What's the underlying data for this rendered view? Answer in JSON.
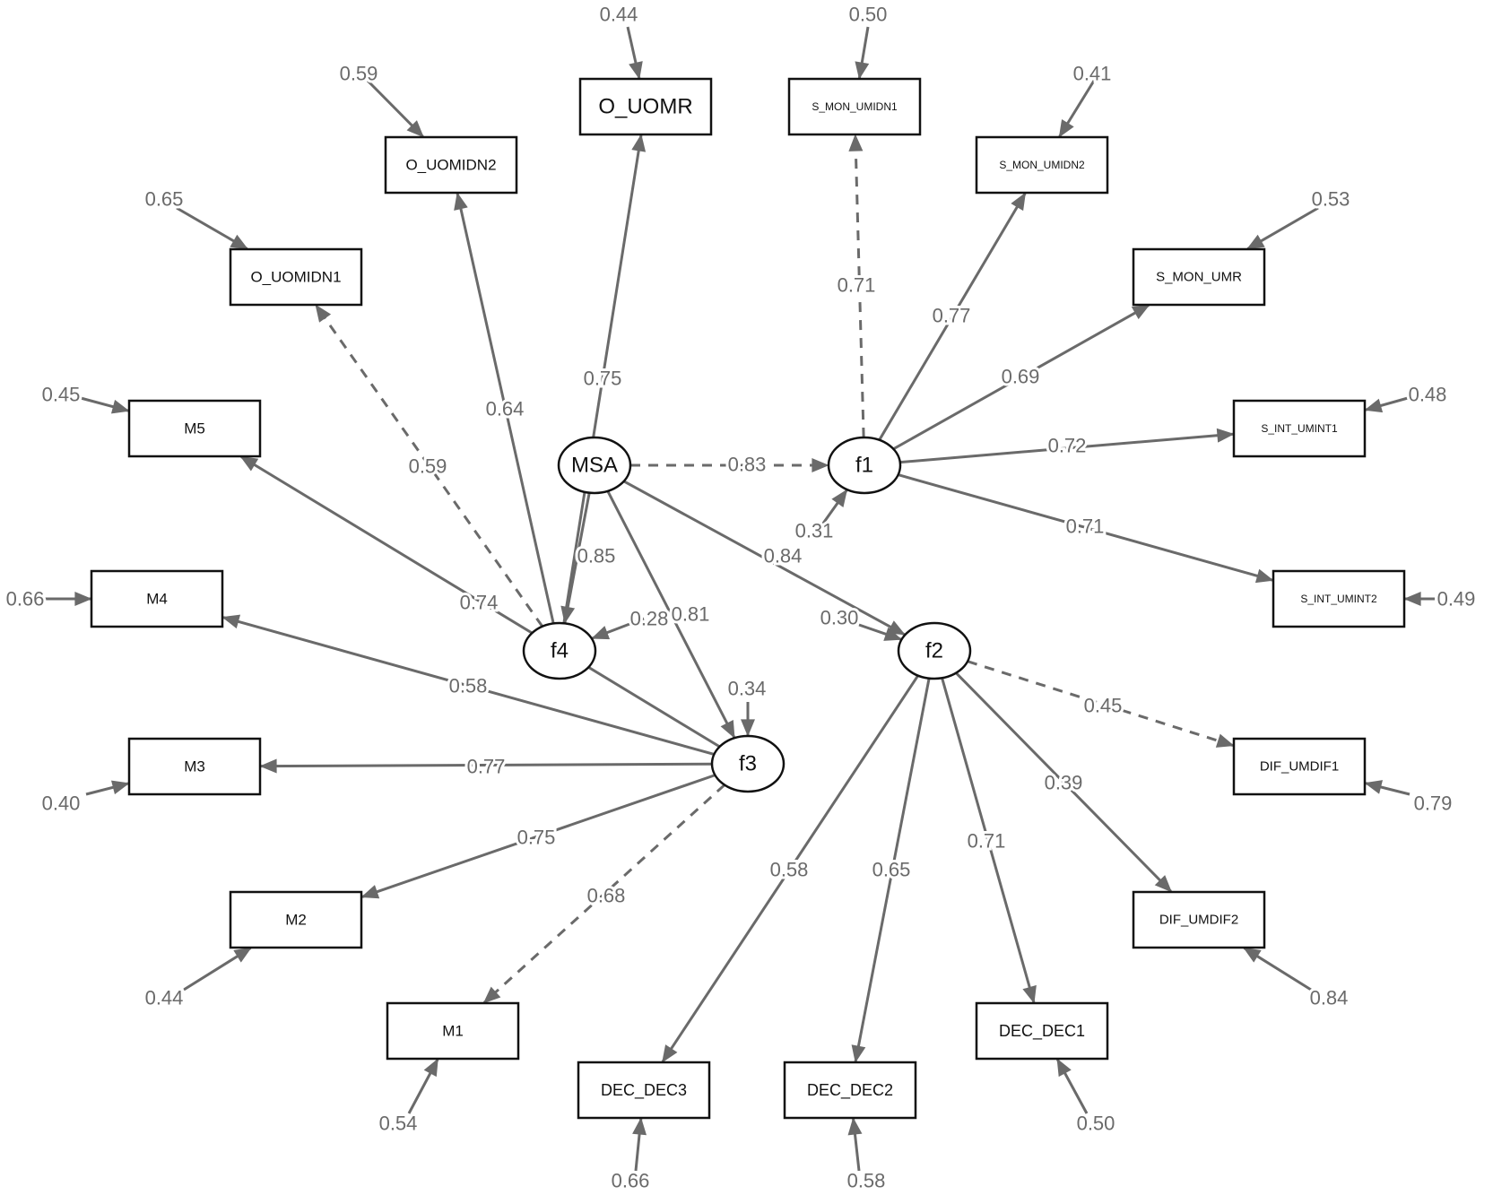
{
  "diagram": {
    "title": "",
    "latent": [
      {
        "id": "MSA",
        "label": "MSA"
      },
      {
        "id": "f1",
        "label": "f1"
      },
      {
        "id": "f2",
        "label": "f2"
      },
      {
        "id": "f3",
        "label": "f3"
      },
      {
        "id": "f4",
        "label": "f4"
      }
    ],
    "observed": [
      {
        "id": "O_UOMR",
        "label": "O_UOMR",
        "error": "0.44"
      },
      {
        "id": "O_UOMIDN2",
        "label": "O_UOMIDN2",
        "error": "0.59"
      },
      {
        "id": "O_UOMIDN1",
        "label": "O_UOMIDN1",
        "error": "0.65"
      },
      {
        "id": "M5",
        "label": "M5",
        "error": "0.45"
      },
      {
        "id": "M4",
        "label": "M4",
        "error": "0.66"
      },
      {
        "id": "M3",
        "label": "M3",
        "error": "0.40"
      },
      {
        "id": "M2",
        "label": "M2",
        "error": "0.44"
      },
      {
        "id": "M1",
        "label": "M1",
        "error": "0.54"
      },
      {
        "id": "S_MON_UMIDN1",
        "label": "S_MON_UMIDN1",
        "error": "0.50"
      },
      {
        "id": "S_MON_UMIDN2",
        "label": "S_MON_UMIDN2",
        "error": "0.41"
      },
      {
        "id": "S_MON_UMR",
        "label": "S_MON_UMR",
        "error": "0.53"
      },
      {
        "id": "S_INT_UMINT1",
        "label": "S_INT_UMINT1",
        "error": "0.48"
      },
      {
        "id": "S_INT_UMINT2",
        "label": "S_INT_UMINT2",
        "error": "0.49"
      },
      {
        "id": "DIF_UMDIF1",
        "label": "DIF_UMDIF1",
        "error": "0.79"
      },
      {
        "id": "DIF_UMDIF2",
        "label": "DIF_UMDIF2",
        "error": "0.84"
      },
      {
        "id": "DEC_DEC1",
        "label": "DEC_DEC1",
        "error": "0.50"
      },
      {
        "id": "DEC_DEC2",
        "label": "DEC_DEC2",
        "error": "0.58"
      },
      {
        "id": "DEC_DEC3",
        "label": "DEC_DEC3",
        "error": "0.66"
      }
    ],
    "latent_errors": [
      {
        "target": "f1",
        "value": "0.31"
      },
      {
        "target": "f2",
        "value": "0.30"
      },
      {
        "target": "f3",
        "value": "0.34"
      },
      {
        "target": "f4",
        "value": "0.28"
      }
    ],
    "paths": [
      {
        "from": "MSA",
        "to": "f1",
        "value": "0.83",
        "dashed": true
      },
      {
        "from": "MSA",
        "to": "f2",
        "value": "0.84",
        "dashed": false
      },
      {
        "from": "MSA",
        "to": "f3",
        "value": "0.81",
        "dashed": false
      },
      {
        "from": "MSA",
        "to": "f4",
        "value": "0.85",
        "dashed": false
      },
      {
        "from": "f1",
        "to": "S_MON_UMIDN1",
        "value": "0.71",
        "dashed": true
      },
      {
        "from": "f1",
        "to": "S_MON_UMIDN2",
        "value": "0.77",
        "dashed": false
      },
      {
        "from": "f1",
        "to": "S_MON_UMR",
        "value": "0.69",
        "dashed": false
      },
      {
        "from": "f1",
        "to": "S_INT_UMINT1",
        "value": "0.72",
        "dashed": false
      },
      {
        "from": "f1",
        "to": "S_INT_UMINT2",
        "value": "0.71",
        "dashed": false
      },
      {
        "from": "f2",
        "to": "DIF_UMDIF1",
        "value": "0.45",
        "dashed": true
      },
      {
        "from": "f2",
        "to": "DIF_UMDIF2",
        "value": "0.39",
        "dashed": false
      },
      {
        "from": "f2",
        "to": "DEC_DEC1",
        "value": "0.71",
        "dashed": false
      },
      {
        "from": "f2",
        "to": "DEC_DEC2",
        "value": "0.65",
        "dashed": false
      },
      {
        "from": "f2",
        "to": "DEC_DEC3",
        "value": "0.58",
        "dashed": false
      },
      {
        "from": "f3",
        "to": "M1",
        "value": "0.68",
        "dashed": true
      },
      {
        "from": "f3",
        "to": "M2",
        "value": "0.75",
        "dashed": false
      },
      {
        "from": "f3",
        "to": "M3",
        "value": "0.77",
        "dashed": false
      },
      {
        "from": "f3",
        "to": "M4",
        "value": "0.58",
        "dashed": false
      },
      {
        "from": "f3",
        "to": "M5",
        "value": "0.74",
        "dashed": false
      },
      {
        "from": "f4",
        "to": "O_UOMIDN1",
        "value": "0.59",
        "dashed": true
      },
      {
        "from": "f4",
        "to": "O_UOMIDN2",
        "value": "0.64",
        "dashed": false
      },
      {
        "from": "f4",
        "to": "O_UOMR",
        "value": "0.75",
        "dashed": false
      }
    ]
  },
  "colors": {
    "edge": "#6a6a6a",
    "node_border": "#111111",
    "background": "#ffffff"
  }
}
